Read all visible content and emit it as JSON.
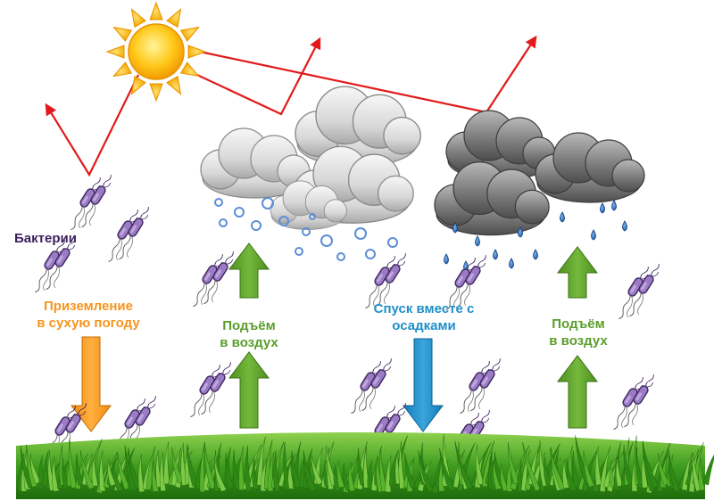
{
  "labels": {
    "bacteria": "Бактерии",
    "dry_landing": [
      "Приземление",
      "в сухую погоду"
    ],
    "rise_left": [
      "Подъём",
      "в воздух"
    ],
    "descent_precip": [
      "Спуск вместе с",
      "осадками"
    ],
    "rise_right": [
      "Подъём",
      "в воздух"
    ]
  },
  "colors": {
    "bacteria_label": "#3a1f5c",
    "dry_landing": "#f7941d",
    "rise": "#5a9e2a",
    "descent": "#1e8fc8",
    "sun_ray": "#e21a1a",
    "bacteria_body": "#9b7bc4",
    "grass": "#3d9a1e",
    "snow": "#5b8fd6",
    "rain": "#1c5aa8"
  },
  "icons": [
    "sun-icon",
    "snow-cloud-icon",
    "rain-cloud-icon",
    "bacteria-icon",
    "grass-icon",
    "arrow-up-icon",
    "arrow-down-icon"
  ]
}
